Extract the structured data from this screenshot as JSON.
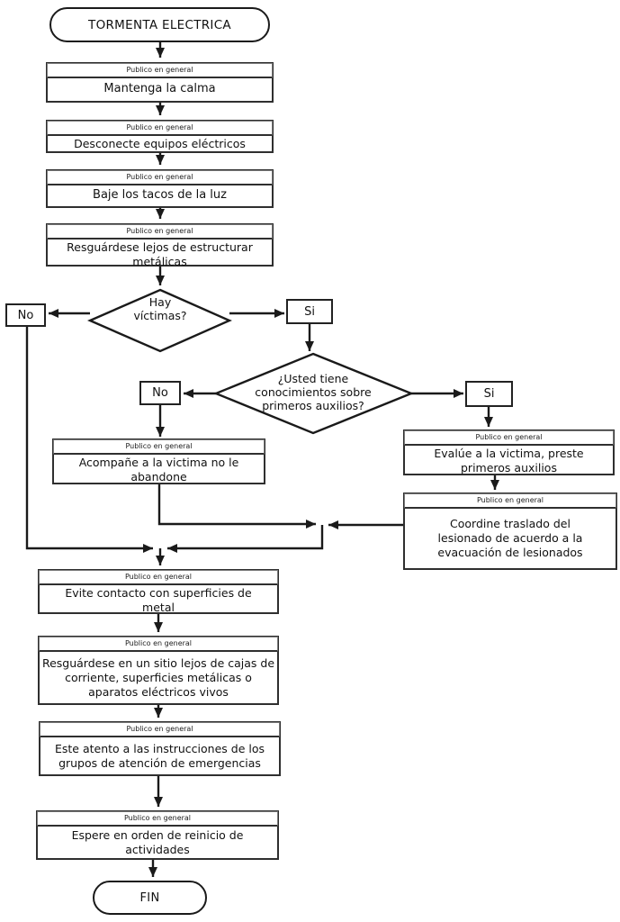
{
  "colors": {
    "background": "#ffffff",
    "line": "#1a1a1a",
    "box_border": "#2f2f2f",
    "header_border": "#7a7a7a",
    "text": "#111111"
  },
  "flowchart": {
    "start_label": "TORMENTA ELECTRICA",
    "end_label": "FIN",
    "steps": {
      "calma": {
        "header": "Publico en general",
        "body": "Mantenga la calma"
      },
      "desconecte": {
        "header": "Publico en general",
        "body": "Desconecte equipos eléctricos"
      },
      "tacos": {
        "header": "Publico en general",
        "body": "Baje los tacos de la luz"
      },
      "estructuras": {
        "header": "Publico en general",
        "body": "Resguárdese lejos de estructurar\nmetálicas"
      },
      "acompane": {
        "header": "Publico en general",
        "body": "Acompañe a la victima no le\nabandone"
      },
      "evalue": {
        "header": "Publico en general",
        "body": "Evalúe a la victima, preste\nprimeros auxilios"
      },
      "coordine": {
        "header": "Publico en general",
        "body": "Coordine traslado del\nlesionado de acuerdo a la\nevacuación de lesionados"
      },
      "evite": {
        "header": "Publico en general",
        "body": "Evite contacto con superficies de\nmetal"
      },
      "sitio": {
        "header": "Publico en general",
        "body": "Resguárdese en un sitio lejos de cajas de\ncorriente, superficies metálicas o\naparatos eléctricos vivos"
      },
      "atento": {
        "header": "Publico en general",
        "body": "Este atento a las instrucciones de los\ngrupos de atención de emergencias"
      },
      "espere": {
        "header": "Publico en general",
        "body": "Espere en orden de reinicio de\nactividades"
      }
    },
    "decisions": {
      "hay_victimas": {
        "question": "Hay\nvíctimas?",
        "no_label": "No",
        "yes_label": "Si"
      },
      "conocimientos": {
        "question": "¿Usted tiene\nconocimientos sobre\nprimeros auxilios?",
        "no_label": "No",
        "yes_label": "Si"
      }
    }
  }
}
